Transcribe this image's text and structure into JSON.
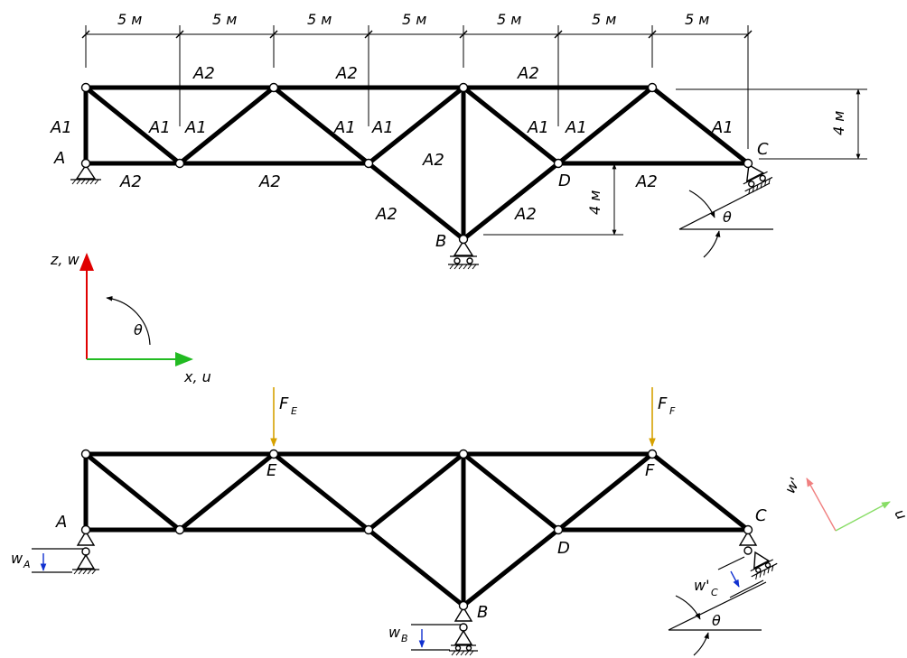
{
  "dimensions": {
    "panel_label": "5 м",
    "panel_labels": [
      "5 м",
      "5 м",
      "5 м",
      "5 м",
      "5 м",
      "5 м",
      "5 м"
    ],
    "height_right": "4 м",
    "height_mid": "4 м"
  },
  "sections": {
    "a1": "A1",
    "a2": "A2"
  },
  "nodes": {
    "A": "A",
    "B": "B",
    "C": "C",
    "D": "D",
    "E": "E",
    "F": "F"
  },
  "angle": {
    "theta": "θ"
  },
  "axes": {
    "z_label": "z, w",
    "x_label": "x, u"
  },
  "loads": {
    "F": "F",
    "E_sub": "E",
    "F_sub": "F"
  },
  "displacements": {
    "w": "w",
    "wA_sub": "A",
    "wB_sub": "B",
    "wC_label": "w'",
    "wC_sub": "C",
    "w_prime": "w'",
    "u": "u"
  },
  "colors": {
    "member": "#000000",
    "axis_z": "#e00000",
    "axis_x": "#22bb22",
    "load": "#d6a100",
    "displacement": "#1030d0",
    "local_w": "#f08080",
    "local_u": "#88dd66"
  }
}
